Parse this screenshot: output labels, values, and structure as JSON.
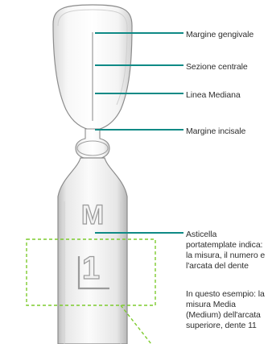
{
  "labels": {
    "gingival_margin": "Margine gengivale",
    "central_section": "Sezione centrale",
    "median_line": "Linea Mediana",
    "incisal_margin": "Margine incisale",
    "handle_description": "Asticella portatemplate indica: la misura, il numero e l'arcata del dente",
    "example_description": "In questo esempio: la misura Media (Medium) dell'arcata superiore, dente 11"
  },
  "handle_marks": {
    "size_letter": "M",
    "tooth_number": "1"
  },
  "colors": {
    "leader_line": "#0f8a86",
    "highlight_box": "#7dcb2e",
    "label_text": "#2f2f2f",
    "plastic_outline": "#8c8c8c",
    "plastic_fill": "#f3f3f3"
  }
}
